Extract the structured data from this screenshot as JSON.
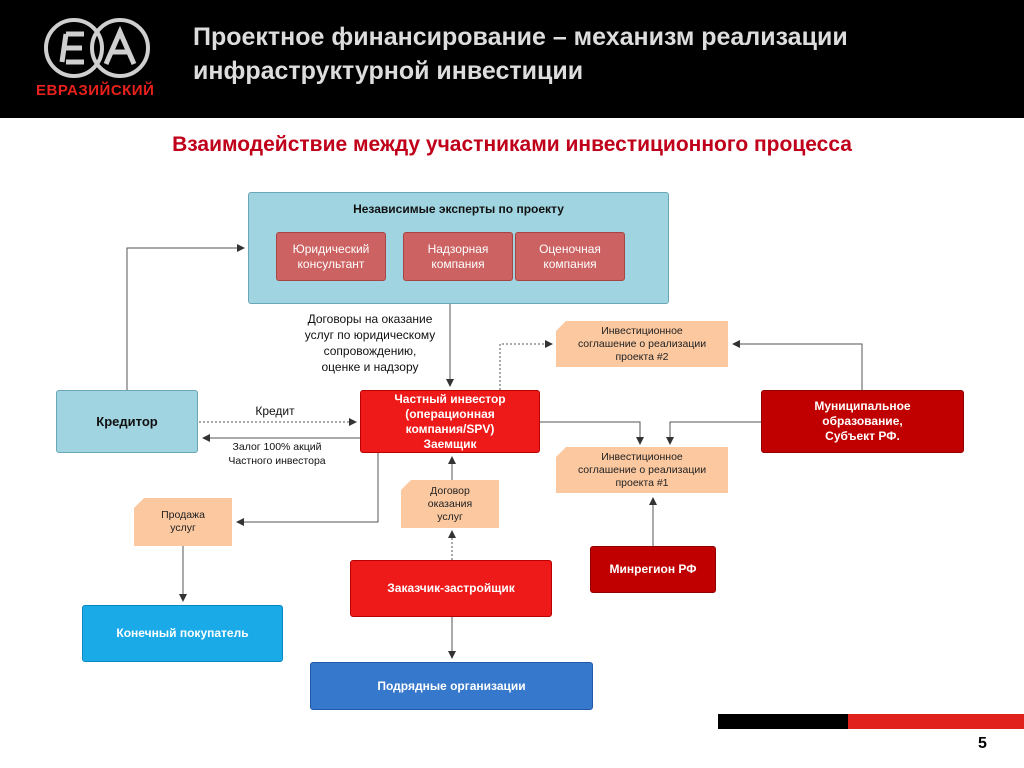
{
  "header": {
    "title_line1": "Проектное финансирование – механизм реализации",
    "title_line2": "инфраструктурной инвестиции",
    "logo_text": "ЕВРАЗИЙСКИЙ",
    "logo_letters": "ЕА"
  },
  "subtitle": "Взаимодействие между участниками инвестиционного процесса",
  "diagram": {
    "experts": {
      "title": "Независимые эксперты по проекту",
      "items": [
        [
          "Юридический",
          "консультант"
        ],
        [
          "Надзорная",
          "компания"
        ],
        [
          "Оценочная",
          "компания"
        ]
      ]
    },
    "contracts_note": [
      "Договоры на оказание",
      "услуг по юридическому",
      "сопровождению,",
      "оценке и надзору"
    ],
    "creditor": "Кредитор",
    "investor": [
      "Частный инвестор",
      "(операционная",
      "компания/SPV)",
      "Заемщик"
    ],
    "municipal": [
      "Муниципальное",
      "образование,",
      "Субъект РФ."
    ],
    "agreement2": [
      "Инвестиционное",
      "соглашение о реализации",
      "проекта #2"
    ],
    "agreement1": [
      "Инвестиционное",
      "соглашение о реализации",
      "проекта #1"
    ],
    "credit_label": "Кредит",
    "pledge_label": [
      "Залог 100% акций",
      "Частного инвестора"
    ],
    "sale": [
      "Продажа",
      "услуг"
    ],
    "service_contract": [
      "Договор",
      "оказания",
      "услуг"
    ],
    "minregion": "Минрегион РФ",
    "customer": "Заказчик-застройщик",
    "buyer": "Конечный покупатель",
    "contractors": "Подрядные организации"
  },
  "footer": {
    "page": "5"
  },
  "colors": {
    "header_bg": "#000000",
    "accent_red": "#c0001a",
    "light_blue": "#9fd4e0",
    "note_peach": "#fbc8a0",
    "buyer_blue": "#1aaae8",
    "contractor_blue": "#3578cc"
  }
}
